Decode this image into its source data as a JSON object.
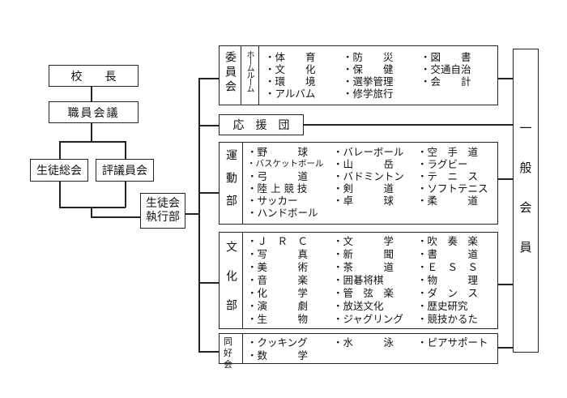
{
  "left": {
    "principal": "校　　長",
    "staff_meeting": "職員会議",
    "general_assembly": "生徒総会",
    "council": "評議員会",
    "executive": [
      "生徒会",
      "執行部"
    ]
  },
  "ouendan": "応　援　団",
  "general_members": "一般会員",
  "sections": {
    "iinkai": {
      "label": "委員会",
      "sublabel": "ホームルーム",
      "items": [
        "・体　　育",
        "・防　　災",
        "・図　　書",
        "・文　　化",
        "・保　　健",
        "・交通自治",
        "・環　　境",
        "・選挙管理",
        "・会　　計",
        "・アルバム",
        "・修学旅行",
        ""
      ]
    },
    "undobu": {
      "label": "運動部",
      "items": [
        "・野　　　球",
        "・バレーボール",
        "・空　手　道",
        "・バスケットボール",
        "・山　　　岳",
        "・ラグビー",
        "・弓　　　道",
        "・バドミントン",
        "・テ　ニ　ス",
        "・陸 上 競 技",
        "・剣　　　道",
        "・ソフトテニス",
        "・サッカー",
        "・卓　　　球",
        "・柔　　　道",
        "・ハンドボール",
        "",
        ""
      ]
    },
    "bunkabu": {
      "label": "文化部",
      "items": [
        "・Ｊ　Ｒ　Ｃ",
        "・文　　　学",
        "・吹　奏　楽",
        "・写　　　真",
        "・新　　　聞",
        "・書　　　道",
        "・美　　　術",
        "・茶　　　道",
        "・Ｅ　Ｓ　Ｓ",
        "・音　　　楽",
        "・囲碁将棋",
        "・物　　　理",
        "・化　　　学",
        "・管　弦　楽",
        "・ダ　ン　ス",
        "・演　　　劇",
        "・放送文化",
        "・歴史研究",
        "・生　　　物",
        "・ジャグリング",
        "・競技かるた"
      ]
    },
    "doukoukai": {
      "label": "同好会",
      "items": [
        "・クッキング",
        "・水　　　泳",
        "・ピアサポート",
        "・数　　　学",
        "",
        ""
      ]
    }
  }
}
